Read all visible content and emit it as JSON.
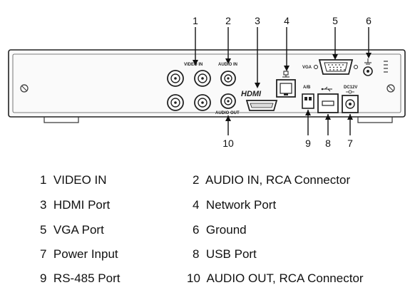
{
  "callouts": [
    "1",
    "2",
    "3",
    "4",
    "5",
    "6",
    "10",
    "9",
    "8",
    "7"
  ],
  "panel_labels": {
    "video_in": "VIDEO IN",
    "audio_in": "AUDIO IN",
    "audio_out": "AUDIO OUT",
    "vga": "VGA",
    "ab": "A/B",
    "dc12v": "DC12V",
    "hdmi": "HDMI"
  },
  "legend": [
    {
      "num": "1",
      "label": "VIDEO IN"
    },
    {
      "num": "2",
      "label": "AUDIO IN, RCA Connector"
    },
    {
      "num": "3",
      "label": "HDMI Port"
    },
    {
      "num": "4",
      "label": "Network Port"
    },
    {
      "num": "5",
      "label": "VGA Port"
    },
    {
      "num": "6",
      "label": "Ground"
    },
    {
      "num": "7",
      "label": "Power Input"
    },
    {
      "num": "8",
      "label": "USB Port"
    },
    {
      "num": "9",
      "label": "RS-485 Port"
    },
    {
      "num": "10",
      "label": "AUDIO OUT, RCA Connector"
    }
  ]
}
